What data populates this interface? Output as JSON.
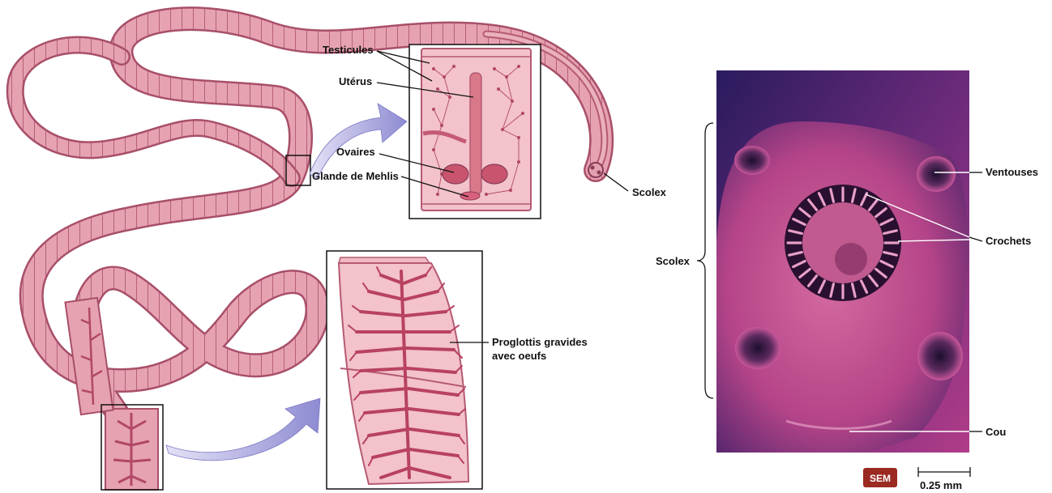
{
  "labels": {
    "testicules": "Testicules",
    "uterus": "Utérus",
    "ovaires": "Ovaires",
    "glande": "Glande de Mehlis",
    "scolex_tip": "Scolex",
    "proglottis_line1": "Proglottis gravides",
    "proglottis_line2": "avec oeufs",
    "scolex_bracket": "Scolex",
    "ventouses": "Ventouses",
    "crochets": "Crochets",
    "cou": "Cou"
  },
  "badge": {
    "text": "SEM",
    "color": "#9b2a22"
  },
  "scale": {
    "text": "0.25 mm"
  },
  "colors": {
    "worm_fill": "#e8a7b3",
    "worm_edge": "#b55a72",
    "segment_dark": "#c76680",
    "inset_bg": "#f2c3cb",
    "organ": "#d97888",
    "arrow": "#9d9bd8",
    "photo_dark": "#1a1240",
    "photo_pink": "#c8478e"
  },
  "icons": {
    "arrow_top": "curved-arrow-icon",
    "arrow_bottom": "curved-arrow-icon"
  }
}
